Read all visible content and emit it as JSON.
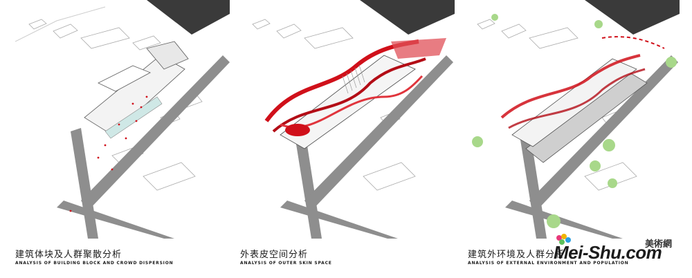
{
  "panels": [
    {
      "caption_cn": "建筑体块及人群聚散分析",
      "caption_en": "Analysis of building block and crowd dispersion"
    },
    {
      "caption_cn": "外表皮空间分析",
      "caption_en": "Analysis of outer skin space"
    },
    {
      "caption_cn": "建筑外环境及人群分析",
      "caption_en": "Analysis of external environment and population"
    }
  ],
  "watermark": {
    "brand_en": "Mei-Shu.com",
    "brand_cn": "美術網"
  },
  "colors": {
    "accent_red": "#d0101a",
    "road_gray": "#8e8e8e",
    "dark_block": "#3a3a3a",
    "tree_green": "#a8d88a"
  }
}
